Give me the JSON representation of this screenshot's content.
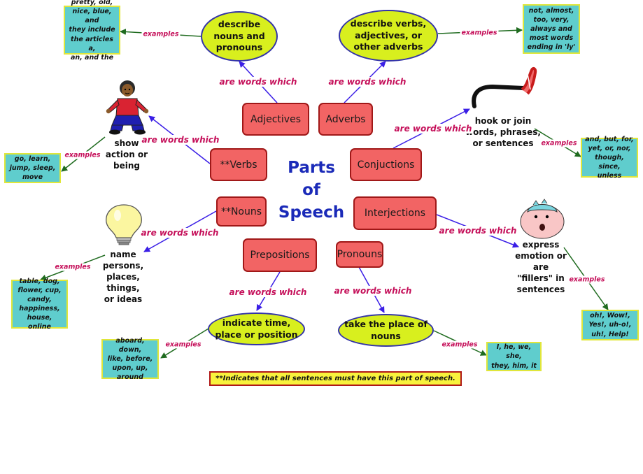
{
  "title": "Parts\nof\nSpeech",
  "parts": {
    "adjectives": "Adjectives",
    "adverbs": "Adverbs",
    "verbs": "**Verbs",
    "conjunctions": "Conjuctions",
    "nouns": "**Nouns",
    "interjections": "Interjections",
    "prepositions": "Prepositions",
    "pronouns": "Pronouns"
  },
  "descriptions": {
    "adjectives": "describe\nnouns and\npronouns",
    "adverbs": "describe verbs,\nadjectives, or\nother adverbs",
    "verbs": "show\naction or\nbeing",
    "conjunctions": "hook or join\nwords, phrases,\nor sentences",
    "nouns": "name\npersons,\nplaces,\nthings,\nor ideas",
    "interjections": "express\nemotion or\nare\n\"fillers\" in\nsentences",
    "prepositions": "indicate time,\nplace or position",
    "pronouns": "take the place\nof nouns"
  },
  "examples": {
    "adjectives": "pretty, old,\nnice, blue, and\nthey include\nthe articles a,\nan, and the",
    "adverbs": "not, almost,\ntoo, very,\nalways and\nmost words\nending in 'ly'",
    "verbs": "go, learn,\njump, sleep,\nmove",
    "conjunctions": "and, but, for,\nyet, or, nor,\nthough, since,\nunless",
    "nouns": "table, dog,\nflower, cup,\ncandy,\nhappiness,\nhouse, online",
    "interjections": "oh!, Wow!,\nYes!, uh-o!,\nuh!, Help!",
    "prepositions": "aboard, down,\nlike, before,\nupon, up,\naround",
    "pronouns": "I, he, we, she,\nthey, him, it"
  },
  "link_labels": {
    "are_words_which": "are words which",
    "examples": "examples"
  },
  "footnote": "**Indicates that all sentences must have this part of speech.",
  "colors": {
    "part_fill": "#f26464",
    "part_border": "#a01818",
    "description_fill": "#d8ef1e",
    "description_border": "#3333a8",
    "example_fill": "#5fcdcd",
    "example_border": "#e0e63a",
    "title": "#1a2ab8",
    "link_label": "#c5105a",
    "arrow_blue": "#3a1ee6",
    "arrow_green": "#1f6b1f",
    "footnote_fill": "#f8f23c"
  },
  "icons": [
    "boy-sitting-icon",
    "light-bulb-icon",
    "hook-icon",
    "surprised-face-icon"
  ]
}
